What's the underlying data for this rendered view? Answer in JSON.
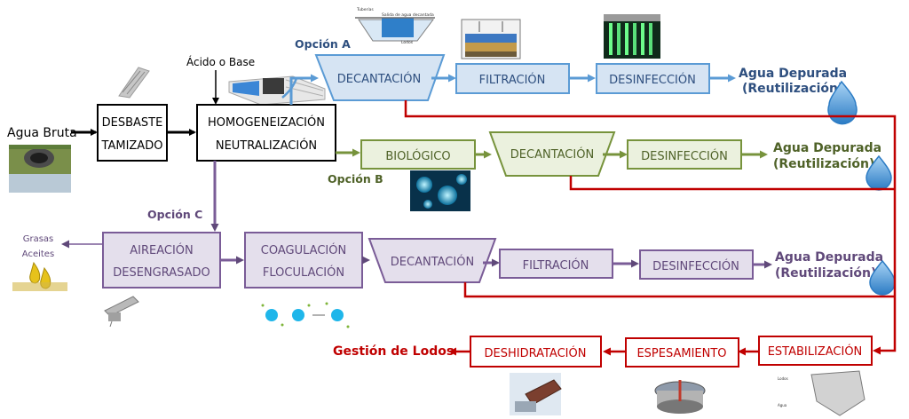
{
  "colors": {
    "black": "#000000",
    "blue_fill": "#d6e4f3",
    "blue_stroke": "#5b9bd5",
    "blue_text": "#2e4f7f",
    "green_fill": "#ebf1de",
    "green_stroke": "#77933c",
    "green_text": "#4f6228",
    "purple_fill": "#e4dfec",
    "purple_stroke": "#7a5c97",
    "purple_text": "#60497a",
    "red": "#c00000"
  },
  "inputs": {
    "raw_water": "Agua Bruta",
    "acid_base": "Ácido o Base"
  },
  "pretreatment": {
    "box1_line1": "DESBASTE",
    "box1_line2": "TAMIZADO",
    "box2_line1": "HOMOGENEIZACIÓN",
    "box2_line2": "NEUTRALIZACIÓN"
  },
  "option_a": {
    "label": "Opción A",
    "decant": "DECANTACIÓN",
    "filter": "FILTRACIÓN",
    "disinfect": "DESINFECCIÓN",
    "out_line1": "Agua Depurada",
    "out_line2": "(Reutilización)"
  },
  "option_b": {
    "label": "Opción B",
    "bio": "BIOLÓGICO",
    "decant": "DECANTACIÓN",
    "disinfect": "DESINFECCIÓN",
    "out_line1": "Agua Depurada",
    "out_line2": "(Reutilización)"
  },
  "option_c": {
    "label": "Opción C",
    "aer_line1": "AIREACIÓN",
    "aer_line2": "DESENGRASADO",
    "coag_line1": "COAGULACIÓN",
    "coag_line2": "FLOCULACIÓN",
    "decant": "DECANTACIÓN",
    "filter": "FILTRACIÓN",
    "disinfect": "DESINFECCIÓN",
    "grease_line1": "Grasas",
    "grease_line2": "Aceites",
    "out_line1": "Agua Depurada",
    "out_line2": "(Reutilización)"
  },
  "sludge": {
    "stabil": "ESTABILIZACIÓN",
    "thicken": "ESPESAMIENTO",
    "dewater": "DESHIDRATACIÓN",
    "mgmt": "Gestión de Lodos"
  },
  "illustrations": {
    "clarifier_label_1": "Tuberías",
    "clarifier_label_2": "Salida de agua decantada",
    "clarifier_label_3": "Lodos",
    "stabil_label_1": "Lodos",
    "stabil_label_2": "Agua"
  }
}
